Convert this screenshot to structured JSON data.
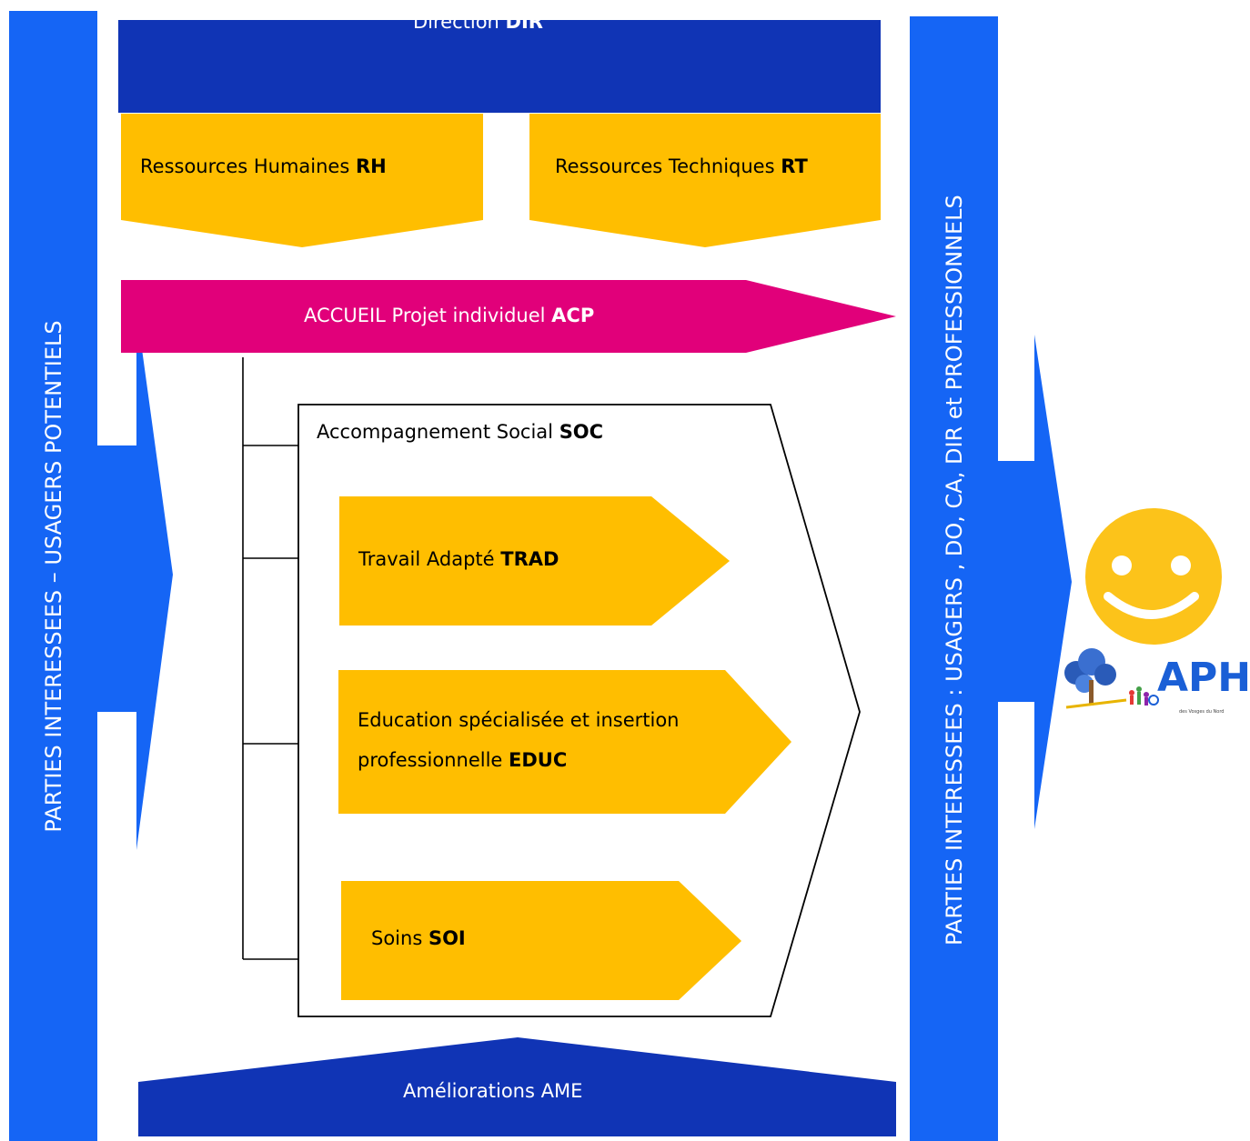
{
  "colors": {
    "blue": "#1565F5",
    "navy": "#1034B5",
    "yellow": "#FFBE00",
    "magenta": "#E1007A",
    "smiley": "#FCC31A"
  },
  "left_band": {
    "label": "PARTIES INTERESSEES – USAGERS POTENTIELS"
  },
  "right_band": {
    "label": "PARTIES INTERESSEES : USAGERS , DO,  CA, DIR et  PROFESSIONNELS"
  },
  "direction": {
    "text": "Direction ",
    "code": "DIR"
  },
  "rh": {
    "text": "Ressources Humaines ",
    "code": "RH"
  },
  "rt": {
    "text": "Ressources Techniques ",
    "code": "RT"
  },
  "acp": {
    "text": "ACCUEIL Projet individuel ",
    "code": "ACP"
  },
  "soc": {
    "text": "Accompagnement Social ",
    "code": "SOC"
  },
  "trad": {
    "text": "Travail Adapté  ",
    "code": "TRAD"
  },
  "educ": {
    "line1": "Education spécialisée et insertion",
    "line2": "professionnelle ",
    "code": "EDUC"
  },
  "soi": {
    "text": "Soins  ",
    "code": "SOI"
  },
  "ame": {
    "text": "Améliorations AME"
  },
  "logo": {
    "name": "APH",
    "tagline": "des Vosges du Nord"
  }
}
